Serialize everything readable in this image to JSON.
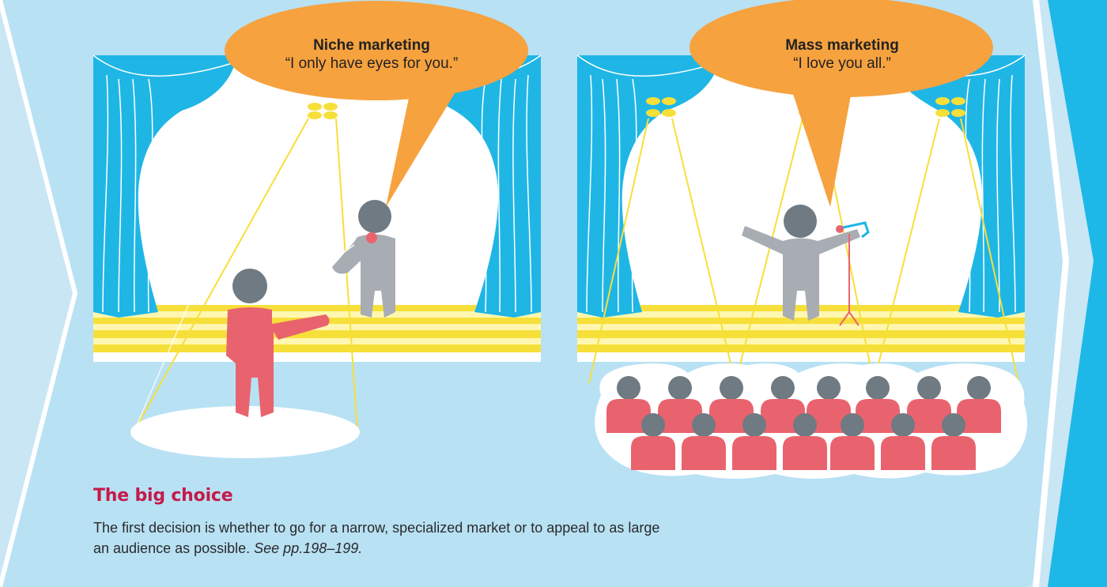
{
  "niche": {
    "title": "Niche marketing",
    "quote": "“I only have eyes for you.”"
  },
  "mass": {
    "title": "Mass marketing",
    "quote": "“I love you all.”"
  },
  "caption": {
    "title": "The big choice",
    "body": "The first decision is whether to go for a narrow, specialized market or to appeal to as large an audience as possible. ",
    "reference": "See pp.198–199."
  },
  "colors": {
    "panel": "#b8e1f4",
    "curtain": "#1fb6e6",
    "stage_stripe": "#f7df3a",
    "bubble": "#f6a23f",
    "person_grey": "#a8adb3",
    "head_grey": "#6f7a82",
    "person_red": "#e9636e",
    "caption_title": "#c51a4a"
  }
}
